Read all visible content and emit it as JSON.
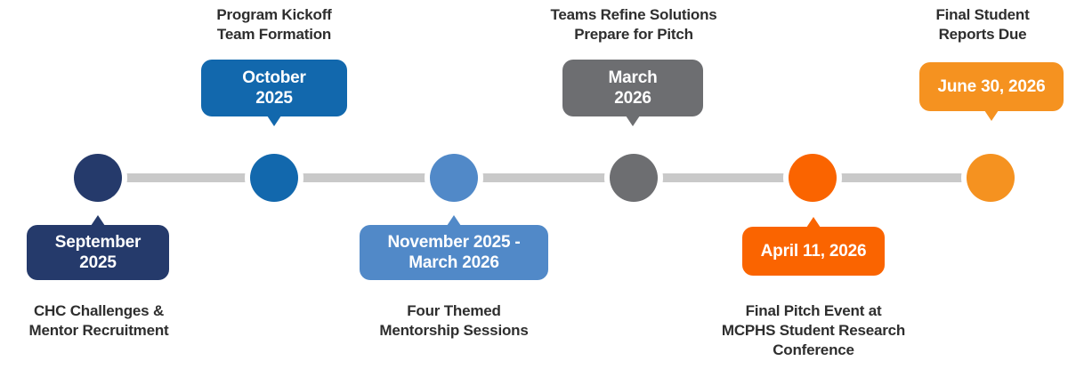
{
  "diagram": {
    "type": "horizontal-timeline",
    "orientation": "left-to-right",
    "rail_color": "#c9c9c9",
    "caption_color": "#2e2e2e",
    "node_ring_color": "#ffffff",
    "milestones": [
      {
        "id": "m1",
        "badge_label": "September\n2025",
        "caption": "CHC Challenges &\nMentor Recruitment",
        "color": "#253a6b",
        "badge_side": "below",
        "caption_side": "below"
      },
      {
        "id": "m2",
        "badge_label": "October\n2025",
        "caption": "Program Kickoff\nTeam Formation",
        "color": "#1268ad",
        "badge_side": "above",
        "caption_side": "above"
      },
      {
        "id": "m3",
        "badge_label": "November 2025 -\nMarch 2026",
        "caption": "Four Themed\nMentorship Sessions",
        "color": "#5189c8",
        "badge_side": "below",
        "caption_side": "below"
      },
      {
        "id": "m4",
        "badge_label": "March\n2026",
        "caption": "Teams Refine Solutions\nPrepare for Pitch",
        "color": "#6d6e71",
        "badge_side": "above",
        "caption_side": "above"
      },
      {
        "id": "m5",
        "badge_label": "April 11, 2026",
        "caption": "Final Pitch Event at\nMCPHS Student Research\nConference",
        "color": "#fa6400",
        "badge_side": "below",
        "caption_side": "below"
      },
      {
        "id": "m6",
        "badge_label": "June 30, 2026",
        "caption": "Final Student\nReports Due",
        "color": "#f59220",
        "badge_side": "above",
        "caption_side": "above"
      }
    ]
  }
}
